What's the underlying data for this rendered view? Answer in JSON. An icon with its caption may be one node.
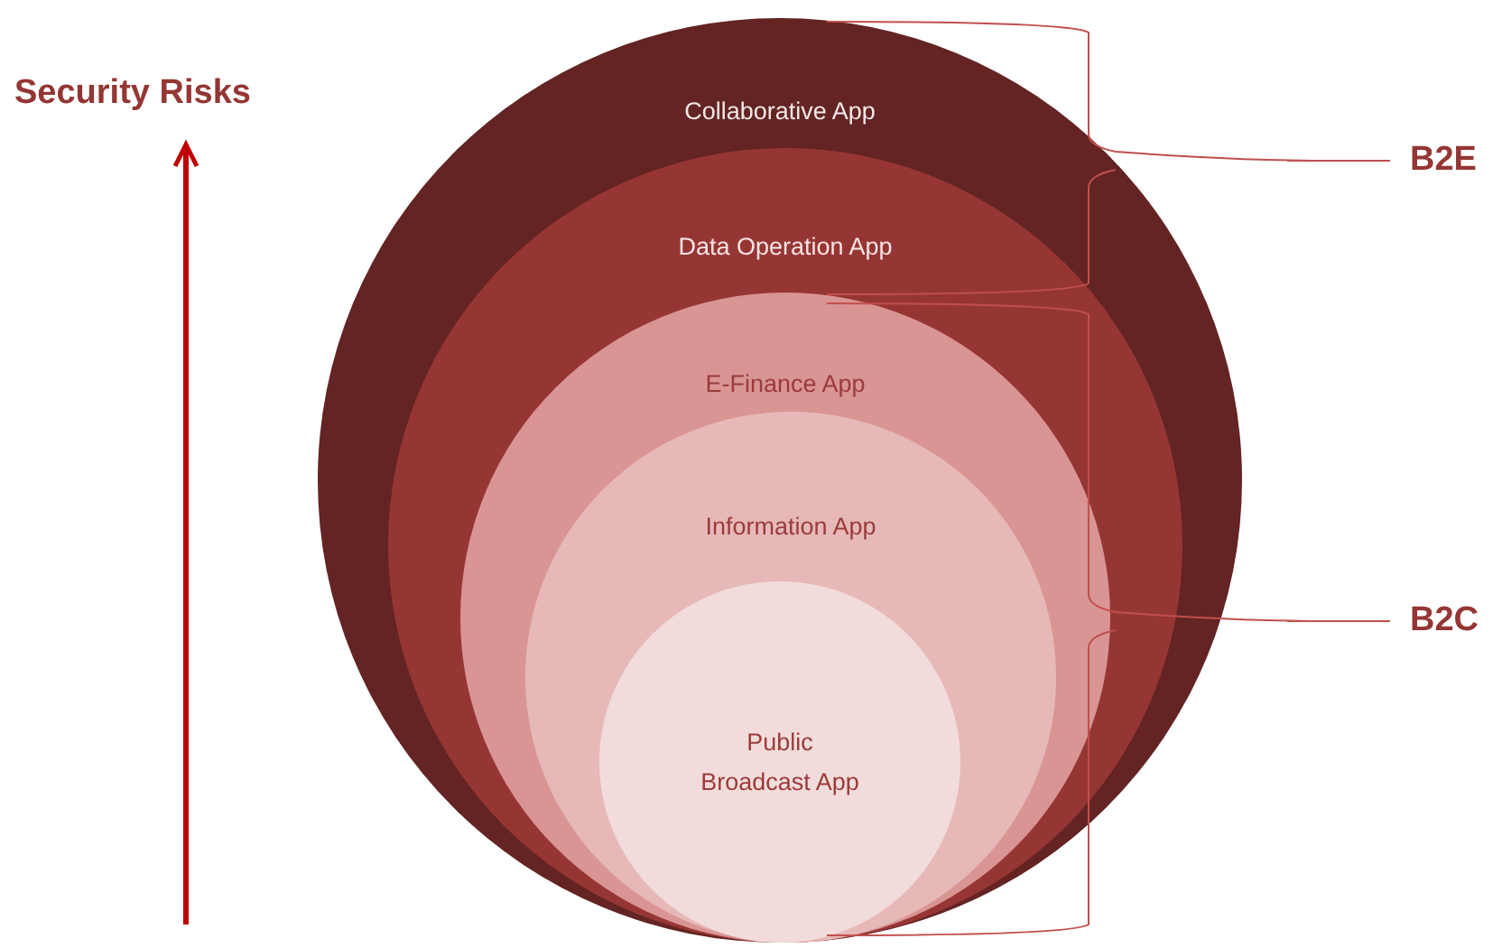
{
  "diagram": {
    "nodes": [
      {
        "text": [
          "Collaborative App"
        ]
      },
      {
        "text": [
          "Data Operation App"
        ],
        "in": 0
      },
      {
        "text": [
          "E-Finance App"
        ],
        "in": 1
      },
      {
        "text": [
          "Information App"
        ],
        "in": 2
      },
      {
        "text": [
          "Public Broadcast App"
        ],
        "in": 3
      },
      {
        "text": [
          "B2E"
        ]
      },
      {
        "text": [
          "B2C"
        ]
      }
    ],
    "edges": [],
    "labels": [
      "Security Risks"
    ]
  }
}
